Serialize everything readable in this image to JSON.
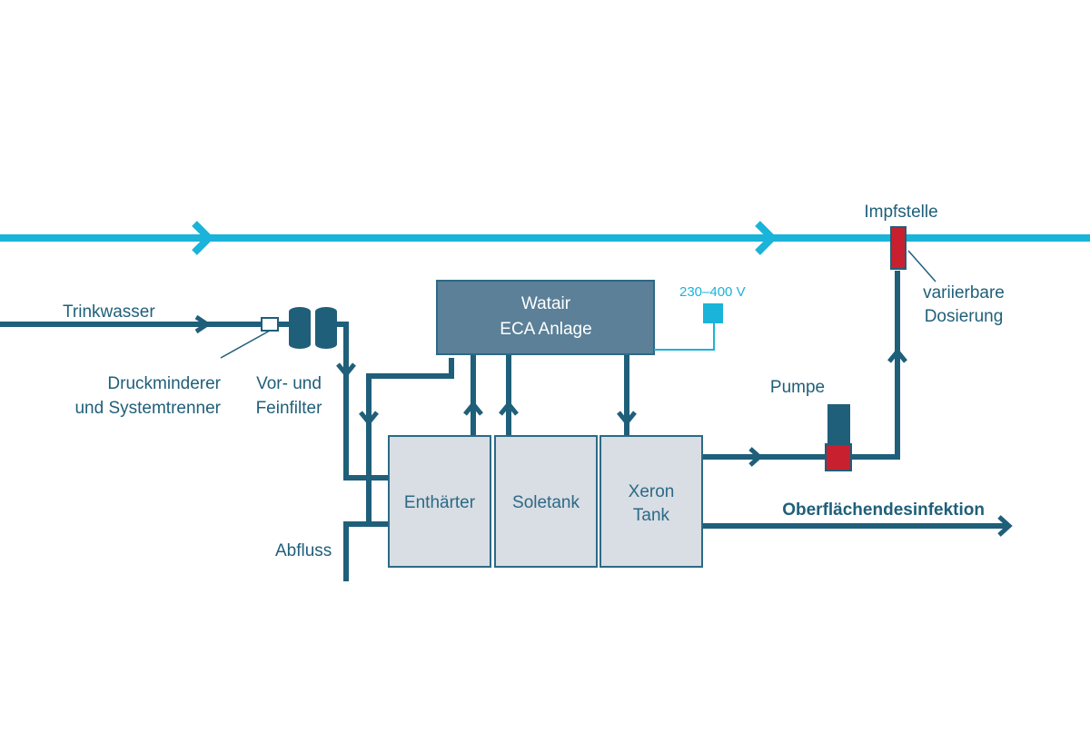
{
  "colors": {
    "main_line": "#1ab3d9",
    "pipe": "#1f5f7a",
    "box_fill": "#d9dde4",
    "box_stroke": "#2b6a86",
    "eca_fill": "#5b8098",
    "dosing_red": "#c8202e",
    "power_cyan": "#1ab3d9",
    "white_fill": "#ffffff"
  },
  "labels": {
    "trinkwasser": "Trinkwasser",
    "druckminderer_1": "Druckminderer",
    "druckminderer_2": "und Systemtrenner",
    "filter_1": "Vor- und",
    "filter_2": "Feinfilter",
    "eca_1": "Watair",
    "eca_2": "ECA Anlage",
    "voltage": "230–400 V",
    "enthaerter": "Enthärter",
    "soletank": "Soletank",
    "xeron_1": "Xeron",
    "xeron_2": "Tank",
    "abfluss": "Abfluss",
    "pumpe": "Pumpe",
    "impfstelle": "Impfstelle",
    "dosierung_1": "variierbare",
    "dosierung_2": "Dosierung",
    "oberflaeche": "Oberflächendesinfektion"
  }
}
